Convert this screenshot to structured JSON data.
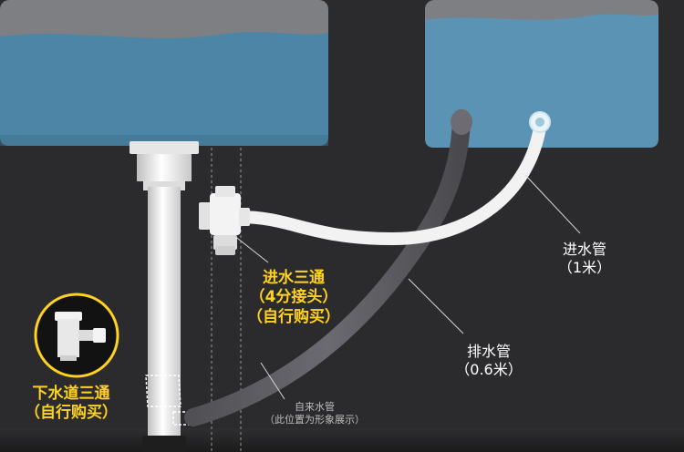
{
  "labels": {
    "inlet_tee": {
      "title": "进水三通",
      "sub1": "（4分接头）",
      "sub2": "（自行购买）"
    },
    "drain_tee": {
      "title": "下水道三通",
      "sub1": "（自行购买）"
    },
    "inlet_pipe": {
      "title": "进水管",
      "sub1": "（1米）"
    },
    "drain_pipe": {
      "title": "排水管",
      "sub1": "（0.6米）"
    },
    "tap_pipe": {
      "title": "自来水管",
      "sub1": "（此位置为形象展示）"
    }
  },
  "colors": {
    "background": "#2a2a2c",
    "tank_wall": "#8b8b8f",
    "water": "#4f87a8",
    "pipe_white": "#f0f0f0",
    "drain_hose": "#5d5d61",
    "highlight_text": "#ffd21f"
  }
}
